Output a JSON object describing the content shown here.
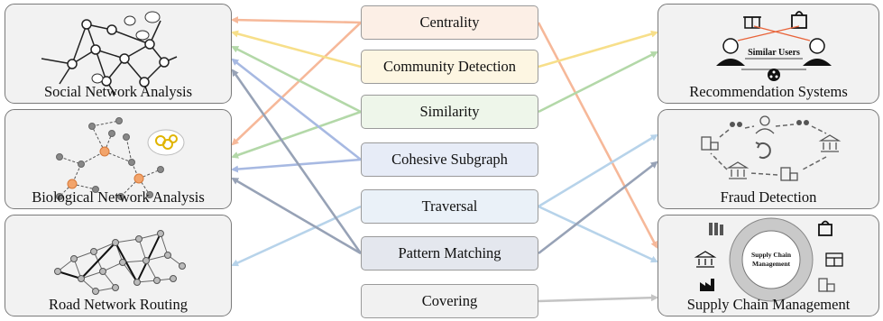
{
  "left_panels": [
    {
      "id": "social",
      "label": "Social Network Analysis"
    },
    {
      "id": "bio",
      "label": "Biological Network Analysis"
    },
    {
      "id": "road",
      "label": "Road Network Routing"
    }
  ],
  "right_panels": [
    {
      "id": "rec",
      "label": "Recommendation Systems",
      "inner_text": "Similar Users"
    },
    {
      "id": "fraud",
      "label": "Fraud Detection"
    },
    {
      "id": "supply",
      "label": "Supply Chain Management",
      "inner_text_line1": "Supply Chain",
      "inner_text_line2": "Management"
    }
  ],
  "algorithms": [
    {
      "label": "Centrality",
      "fill": "#fcefe6",
      "color": "#f6b899"
    },
    {
      "label": "Community Detection",
      "fill": "#fdf6e2",
      "color": "#f7df8a"
    },
    {
      "label": "Similarity",
      "fill": "#eef6ea",
      "color": "#b3d8a8"
    },
    {
      "label": "Cohesive Subgraph",
      "fill": "#e7ecf7",
      "color": "#a7b9e2"
    },
    {
      "label": "Traversal",
      "fill": "#eaf1f8",
      "color": "#b7d3ea"
    },
    {
      "label": "Pattern Matching",
      "fill": "#e4e7ee",
      "color": "#97a2b6"
    },
    {
      "label": "Covering",
      "fill": "#f1f1f1",
      "color": "#c4c4c4"
    }
  ],
  "links": [
    {
      "from": 0,
      "to": "social"
    },
    {
      "from": 0,
      "to": "bio"
    },
    {
      "from": 0,
      "to": "supply"
    },
    {
      "from": 1,
      "to": "social"
    },
    {
      "from": 1,
      "to": "rec"
    },
    {
      "from": 2,
      "to": "social"
    },
    {
      "from": 2,
      "to": "bio"
    },
    {
      "from": 2,
      "to": "rec"
    },
    {
      "from": 3,
      "to": "social"
    },
    {
      "from": 3,
      "to": "bio"
    },
    {
      "from": 4,
      "to": "road"
    },
    {
      "from": 4,
      "to": "fraud"
    },
    {
      "from": 4,
      "to": "supply"
    },
    {
      "from": 5,
      "to": "social"
    },
    {
      "from": 5,
      "to": "bio"
    },
    {
      "from": 5,
      "to": "fraud"
    },
    {
      "from": 6,
      "to": "supply"
    }
  ]
}
